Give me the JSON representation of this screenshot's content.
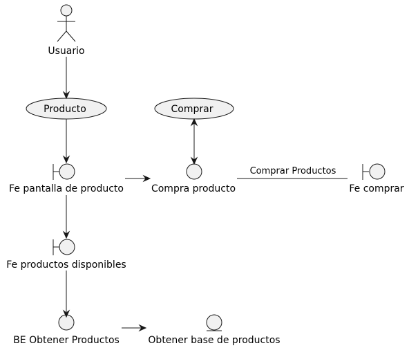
{
  "actor": {
    "label": "Usuario"
  },
  "usecases": [
    {
      "id": "producto",
      "label": "Producto"
    },
    {
      "id": "comprar",
      "label": "Comprar"
    }
  ],
  "boundaries": [
    {
      "id": "fe-pantalla",
      "label": "Fe pantalla de producto"
    },
    {
      "id": "fe-productos",
      "label": "Fe productos disponibles"
    },
    {
      "id": "fe-comprar",
      "label": "Fe comprar"
    }
  ],
  "controls": [
    {
      "id": "compra-producto",
      "label": "Compra producto"
    },
    {
      "id": "be-obtener",
      "label": "BE Obtener Productos"
    }
  ],
  "entities": [
    {
      "id": "obtener-base",
      "label": "Obtener base de productos"
    }
  ],
  "edges": {
    "comprar_productos_label": "Comprar Productos"
  },
  "colors": {
    "shape_fill": "#f1f1f1",
    "line": "#181818",
    "background": "#ffffff"
  }
}
